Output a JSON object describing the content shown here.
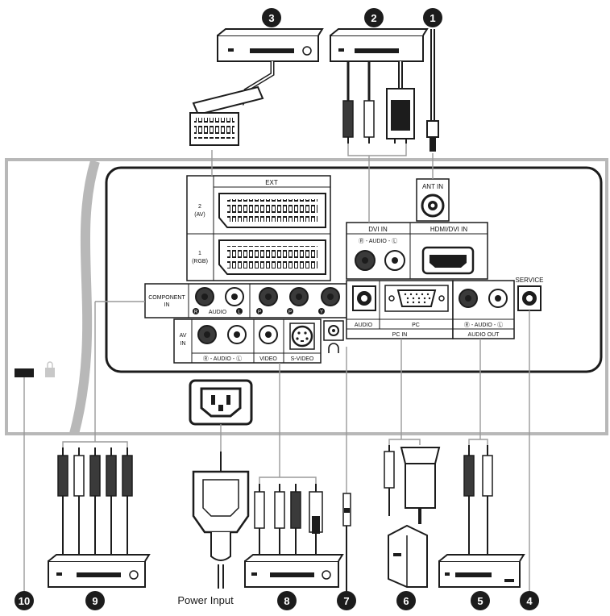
{
  "labels": {
    "ext": "EXT",
    "ext2_a": "2",
    "ext2_b": "(AV)",
    "ext1_a": "1",
    "ext1_b": "(RGB)",
    "ant_in": "ANT IN",
    "dvi_in": "DVI IN",
    "dvi_audio": "Ⓡ - AUDIO - Ⓛ",
    "hdmi_dvi_in": "HDMI/DVI IN",
    "service": "SERVICE",
    "component_a": "COMPONENT",
    "component_b": "IN",
    "comp_audio": "AUDIO",
    "comp_r": "R",
    "comp_l": "L",
    "pr": "P",
    "pb": "P",
    "y": "Y",
    "av_in_a": "AV",
    "av_in_b": "IN",
    "av_audio": "Ⓡ - AUDIO - Ⓛ",
    "video": "VIDEO",
    "svideo": "S-VIDEO",
    "audio": "AUDIO",
    "pc": "PC",
    "pc_in": "PC IN",
    "audio_out_top": "Ⓡ - AUDIO - Ⓛ",
    "audio_out": "AUDIO OUT",
    "headphone": "∩",
    "power_input": "Power Input"
  },
  "callouts": [
    "1",
    "2",
    "3",
    "4",
    "5",
    "6",
    "7",
    "8",
    "9",
    "10"
  ]
}
